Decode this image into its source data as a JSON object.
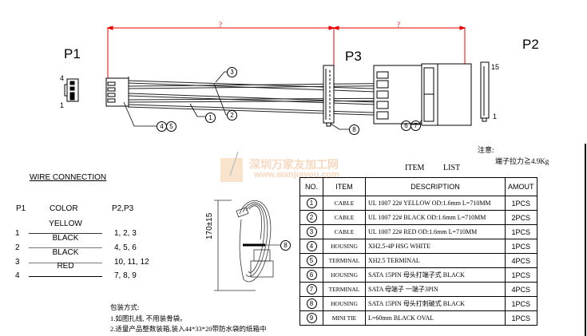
{
  "drawing": {
    "connectors": {
      "p1": "P1",
      "p3": "P3",
      "p2": "P2"
    },
    "dimensions": {
      "p1_to_p3": "?",
      "p3_to_p2": "?",
      "bundle_length": "170±15"
    },
    "pin_labels": {
      "p1_top": "4",
      "p1_bottom": "1",
      "p2_top": "15",
      "p2_bottom": "1"
    },
    "balloons": {
      "b1": "1",
      "b2": "2",
      "b3": "3",
      "b4": "4",
      "b5": "5",
      "b6": "6",
      "b7": "7",
      "b8": "8",
      "b8_bundle": "8"
    }
  },
  "watermark": {
    "line1": "深圳万家友加工网",
    "line2": "www.wanjiayou.com"
  },
  "notes": {
    "title": "注意:",
    "text": "端子拉力≧4.9Kg"
  },
  "item_list": {
    "title_a": "ITEM",
    "title_b": "LIST",
    "headers": [
      "NO.",
      "ITEM",
      "DESCRIPTION",
      "AMOUT"
    ],
    "rows": [
      {
        "no": "1",
        "item": "CABLE",
        "desc": "UL 1007 22# YELLOW OD:1.6mm L=710MM",
        "qty": "1PCS"
      },
      {
        "no": "2",
        "item": "CABLE",
        "desc": "UL 1007 22# BLACK OD:1.6mm L=710MM",
        "qty": "2PCS"
      },
      {
        "no": "3",
        "item": "CABLE",
        "desc": "UL 1007 22# RED OD:1.6mm L=710MM",
        "qty": "1PCS"
      },
      {
        "no": "4",
        "item": "HOUSING",
        "desc": "XH2.5-4P HSG WHITE",
        "qty": "1PCS"
      },
      {
        "no": "5",
        "item": "TERMINAL",
        "desc": "XH2.5 TERMINAL",
        "qty": "4PCS"
      },
      {
        "no": "6",
        "item": "HOUSING",
        "desc": "SATA 15PIN 母头打端子式 BLACK",
        "qty": "1PCS"
      },
      {
        "no": "7",
        "item": "TERMINAL",
        "desc": "SATA 母端子 一端子3PIN",
        "qty": "4PCS"
      },
      {
        "no": "8",
        "item": "HOUSING",
        "desc": "SATA 15PIN 母头打刺破式 BLACK",
        "qty": "1PCS"
      },
      {
        "no": "9",
        "item": "MINI TIE",
        "desc": "L=60mm BLACK OVAL",
        "qty": "1PCS"
      }
    ]
  },
  "wire_connection": {
    "title": "WIRE  CONNECTION",
    "headers": {
      "p1": "P1",
      "color": "COLOR",
      "p2p3": "P2,P3"
    },
    "rows": [
      {
        "p1": "1",
        "color": "YELLOW",
        "p2p3": "1, 2, 3"
      },
      {
        "p1": "2",
        "color": "BLACK",
        "p2p3": "4, 5, 6"
      },
      {
        "p1": "3",
        "color": "BLACK",
        "p2p3": "10, 11, 12"
      },
      {
        "p1": "4",
        "color": "RED",
        "p2p3": "7, 8, 9"
      }
    ]
  },
  "packaging": {
    "title": "包装方式:",
    "line1": "1.如图扎线, 不用装骨袋。",
    "line2": "2.适量产品整数装箱,装入44*33*20带防水袋的纸箱中"
  }
}
